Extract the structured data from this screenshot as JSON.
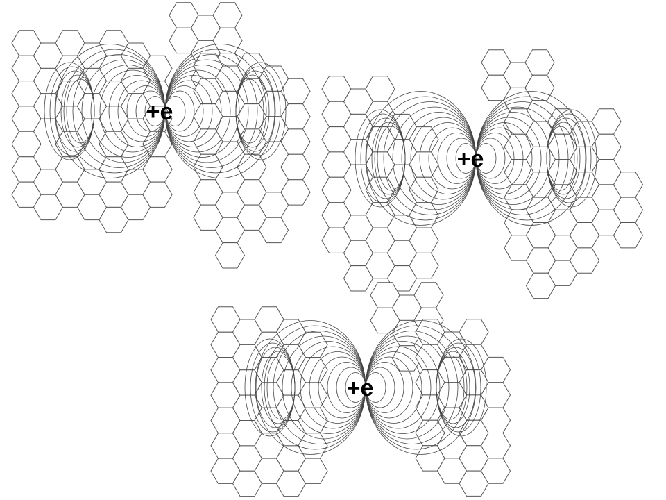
{
  "diagram": {
    "charges": [
      {
        "label": "+e"
      },
      {
        "label": "+e"
      },
      {
        "label": "+e"
      }
    ],
    "colors": {
      "background": "#ffffff",
      "hex_stroke": "#555555",
      "field_stroke": "#444444",
      "label": "#000000"
    }
  }
}
